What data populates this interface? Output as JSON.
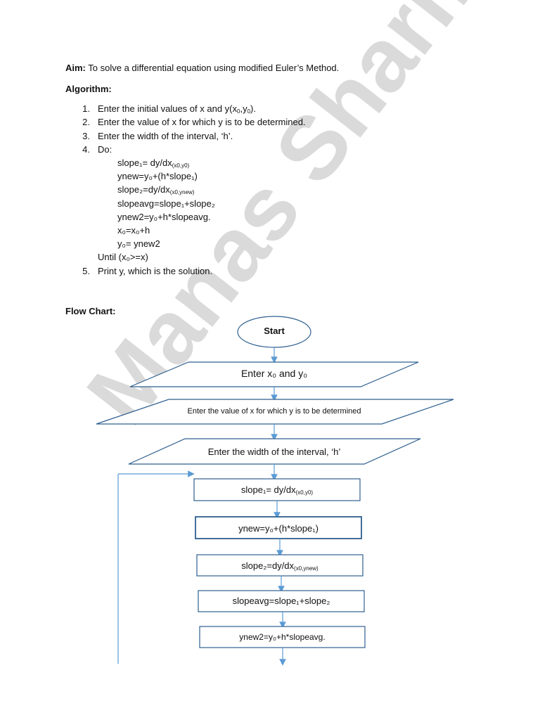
{
  "aim": {
    "label": "Aim:",
    "text": " To solve a differential equation using modified Euler’s Method."
  },
  "algorithm": {
    "heading": "Algorithm:",
    "steps": [
      {
        "num": "1.",
        "text": "Enter the initial values of x and y(x",
        "tail": ",y",
        "end": ")."
      },
      {
        "num": "2.",
        "text": "Enter the value of x for which y is to be determined."
      },
      {
        "num": "3.",
        "text": "Enter the width of the interval, ‘h’."
      },
      {
        "num": "4.",
        "text": "Do:"
      },
      {
        "num": "5.",
        "text": "Print y, which is the solution."
      }
    ],
    "do_lines": [
      "slope₁= dy/dx",
      "ynew=y₀+(h*slope₁)",
      "slope₂=dy/dx",
      "slopeavg=slope₁+slope₂",
      "ynew2=y₀+h*slopeavg.",
      "x₀=x₀+h",
      "y₀= ynew2"
    ],
    "until": "Until (x₀>=x)"
  },
  "flowchart": {
    "heading": "Flow Chart:",
    "start": "Start",
    "input1": "Enter x₀ and y₀",
    "input2": "Enter the value of x for which y is to be determined",
    "input3": "Enter the width of the interval, ‘h’",
    "box1": "slope₁= dy/dx",
    "box1_sub": "(x0,y0)",
    "box2": "ynew=y₀+(h*slope₁)",
    "box3": "slope₂=dy/dx",
    "box3_sub": "(x0,ynew)",
    "box4": "slopeavg=slope₁+slope₂",
    "box5": "ynew2=y₀+h*slopeavg."
  },
  "watermark": "Manas Sharma",
  "colors": {
    "stroke": "#2e5f8f",
    "arrow": "#5b9bd5",
    "watermark": "#d4d4d4"
  }
}
